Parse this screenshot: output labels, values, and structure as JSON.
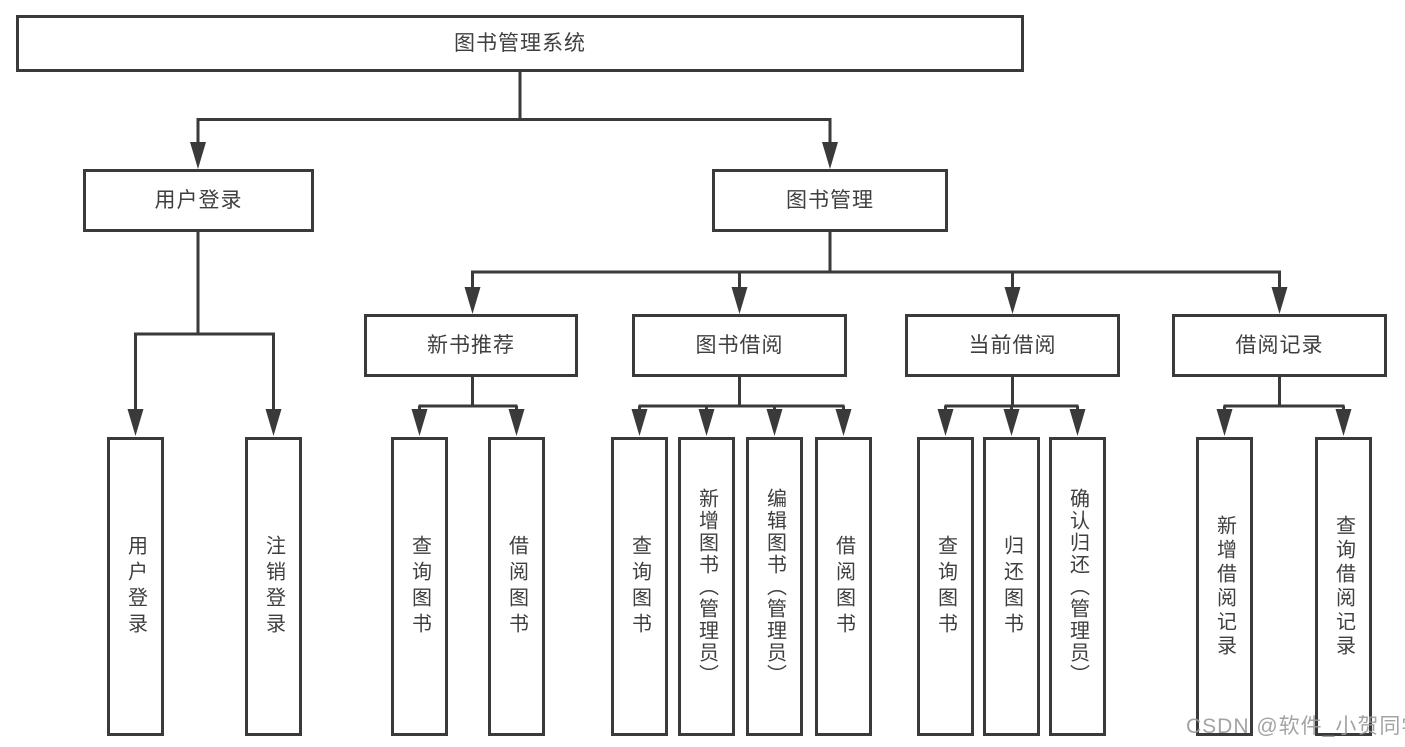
{
  "diagram": {
    "title": "图书管理系统",
    "watermark": "CSDN @软件_小贺同学",
    "colors": {
      "line": "#3a3a3a",
      "text": "#3f3f3f",
      "box_background": "#ffffff",
      "watermark": "#9a9a9a"
    },
    "nodes": {
      "root": {
        "label": "图书管理系统"
      },
      "user_login": {
        "label": "用户登录"
      },
      "book_mgmt": {
        "label": "图书管理"
      },
      "new_book_rec": {
        "label": "新书推荐"
      },
      "book_borrow": {
        "label": "图书借阅"
      },
      "current_borrow": {
        "label": "当前借阅"
      },
      "borrow_record": {
        "label": "借阅记录"
      },
      "leaf_user_login": {
        "label": "用户登录"
      },
      "leaf_logout": {
        "label": "注销登录"
      },
      "leaf_nbr_query": {
        "label": "查询图书"
      },
      "leaf_nbr_borrow": {
        "label": "借阅图书"
      },
      "leaf_bb_query": {
        "label": "查询图书"
      },
      "leaf_bb_add": {
        "label": "新增图书（管理员）"
      },
      "leaf_bb_edit": {
        "label": "编辑图书（管理员）"
      },
      "leaf_bb_borrow": {
        "label": "借阅图书"
      },
      "leaf_cb_query": {
        "label": "查询图书"
      },
      "leaf_cb_return": {
        "label": "归还图书"
      },
      "leaf_cb_confirm": {
        "label": "确认归还（管理员）"
      },
      "leaf_br_add": {
        "label": "新增借阅记录"
      },
      "leaf_br_query": {
        "label": "查询借阅记录"
      }
    },
    "structure": {
      "root": [
        "user_login",
        "book_mgmt"
      ],
      "user_login": [
        "leaf_user_login",
        "leaf_logout"
      ],
      "book_mgmt": [
        "new_book_rec",
        "book_borrow",
        "current_borrow",
        "borrow_record"
      ],
      "new_book_rec": [
        "leaf_nbr_query",
        "leaf_nbr_borrow"
      ],
      "book_borrow": [
        "leaf_bb_query",
        "leaf_bb_add",
        "leaf_bb_edit",
        "leaf_bb_borrow"
      ],
      "current_borrow": [
        "leaf_cb_query",
        "leaf_cb_return",
        "leaf_cb_confirm"
      ],
      "borrow_record": [
        "leaf_br_add",
        "leaf_br_query"
      ]
    }
  }
}
